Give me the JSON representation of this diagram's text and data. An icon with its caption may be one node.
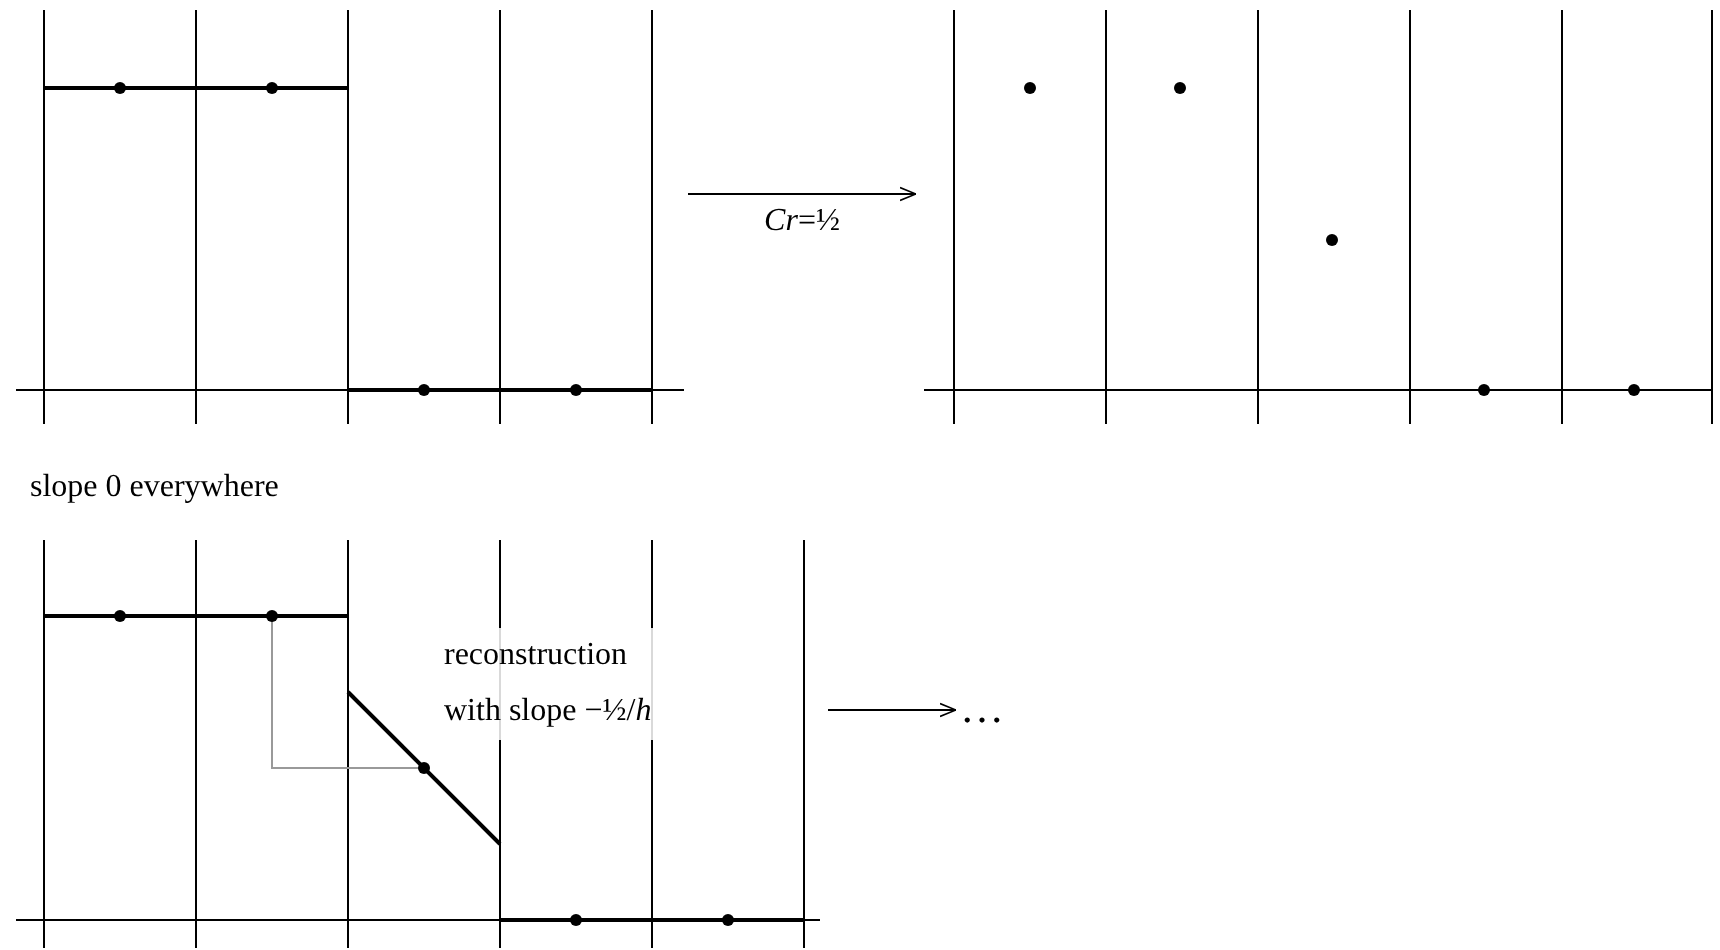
{
  "diagram": {
    "nodes": [
      {
        "text": [],
        "shape": "picture"
      },
      {
        "text": [],
        "shape": "picture"
      },
      {
        "text": [],
        "shape": "picture"
      },
      {
        "text": [
          "…"
        ]
      }
    ],
    "edges": [
      {
        "from": 0,
        "to": 1,
        "arrow": "to",
        "label": "*Cr*=½"
      },
      {
        "from": 2,
        "to": 3,
        "arrow": "to"
      }
    ],
    "labels": [
      "slope 0 everywhere",
      "reconstruction with slope −½/*h*"
    ]
  }
}
